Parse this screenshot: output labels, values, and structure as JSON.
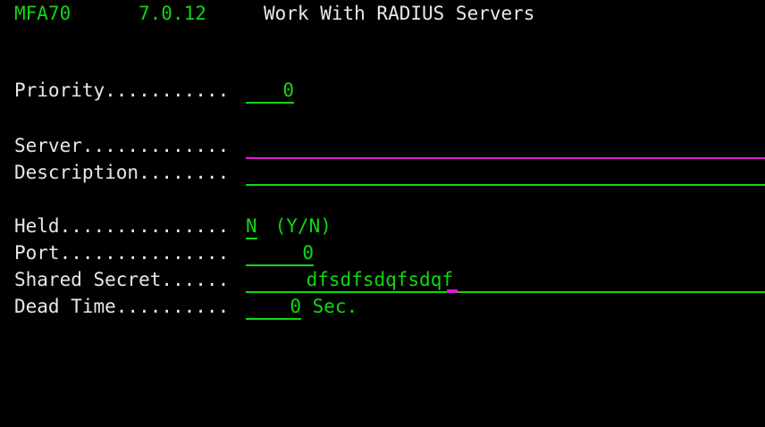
{
  "terminal": {
    "colors": {
      "background": "#000000",
      "label_text": "#e8e8e8",
      "field_text": "#10d810",
      "highlight": "#e018d8"
    },
    "header": {
      "screen_id": "MFA70",
      "version": "7.0.12",
      "title": "Work With RADIUS Servers"
    },
    "fields": [
      {
        "label": "Priority...........",
        "value": "0",
        "suffix": "",
        "highlighted": false,
        "width_chars": 5
      },
      {
        "label": "Server.............",
        "value": "",
        "suffix": "",
        "highlighted": true,
        "width_chars": 55
      },
      {
        "label": "Description........",
        "value": "",
        "suffix": "",
        "highlighted": false,
        "width_chars": 55
      },
      {
        "label": "Held...............",
        "value": "N",
        "suffix": " (Y/N)",
        "highlighted": false,
        "width_chars": 1
      },
      {
        "label": "Port...............",
        "value": "0",
        "suffix": "",
        "highlighted": false,
        "width_chars": 6
      },
      {
        "label": "Shared Secret......",
        "value": "dfsdfsdqfsdqf",
        "suffix": "",
        "highlighted": false,
        "width_chars": 44
      },
      {
        "label": "Dead Time..........",
        "value": "0",
        "suffix": " Sec.",
        "highlighted": false,
        "width_chars": 5
      }
    ]
  }
}
